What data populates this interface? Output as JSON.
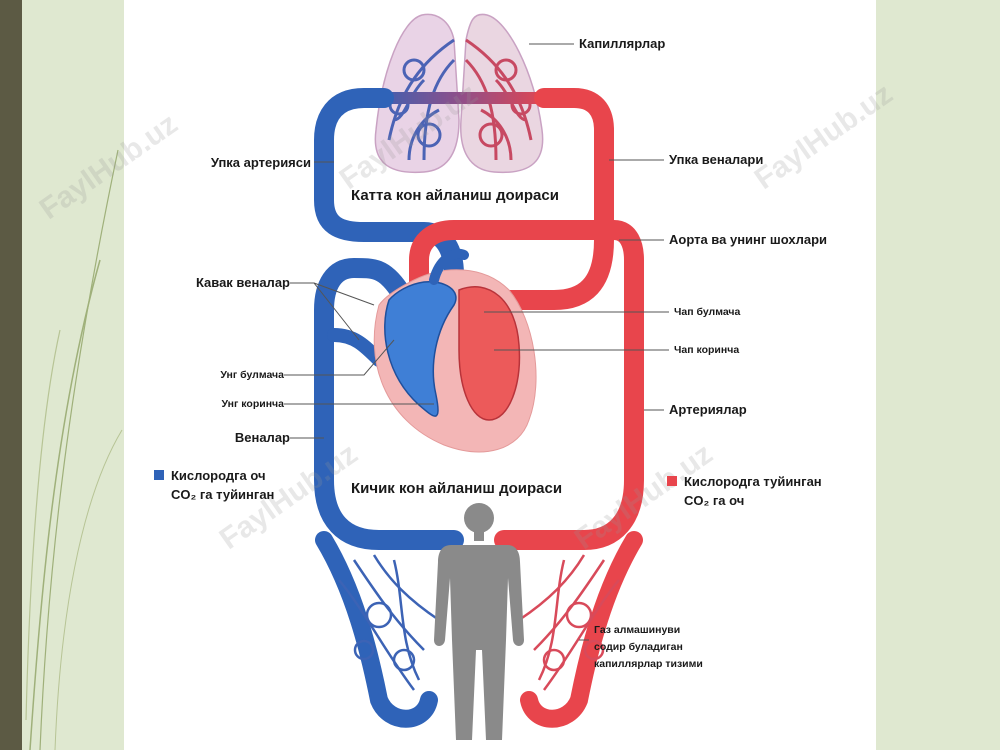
{
  "labels": {
    "capillaries": "Капиллярлар",
    "pulmonary_artery": "Упка артерияси",
    "pulmonary_veins": "Упка веналари",
    "great_circle": "Катта кон айланиш доираси",
    "aorta": "Аорта ва унинг шохлари",
    "vena_cava": "Кавак веналар",
    "left_atrium": "Чап булмача",
    "left_ventricle": "Чап коринча",
    "right_atrium": "Унг булмача",
    "right_ventricle": "Унг коринча",
    "arteries": "Артериялар",
    "veins": "Веналар",
    "small_circle": "Кичик кон айланиш доираси",
    "exchange_line1": "Газ алмашинуви",
    "exchange_line2": "содир буладиган",
    "exchange_line3": "капиллярлар тизими"
  },
  "legend": {
    "deoxygenated_line1": "Кислородга оч",
    "deoxygenated_line2": "CO₂ га туйинган",
    "oxygenated_line1": "Кислородга туйинган",
    "oxygenated_line2": "CO₂ га оч"
  },
  "watermark": "FaylHub.uz",
  "colors": {
    "deoxygenated": "#2f63b8",
    "oxygenated": "#e8454c",
    "side_panel": "#dfe8d0",
    "side_bar": "#5c5a44"
  }
}
